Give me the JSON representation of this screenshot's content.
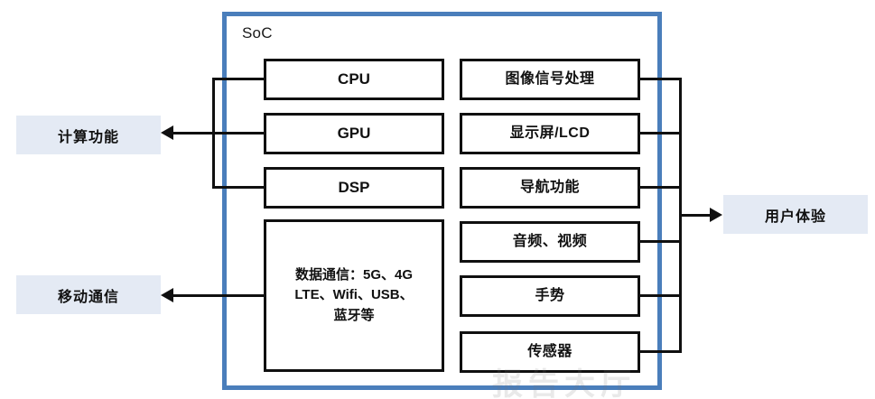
{
  "diagram": {
    "title": "SoC",
    "soc_label": "SoC",
    "border_color": "#4a7ebb",
    "box_border_color": "#101010",
    "tag_fill_color": "#e4eaf4",
    "compute_blocks": [
      {
        "id": "cpu",
        "label": "CPU"
      },
      {
        "id": "gpu",
        "label": "GPU"
      },
      {
        "id": "dsp",
        "label": "DSP"
      }
    ],
    "comms_block": {
      "id": "data-communication",
      "lines": [
        "数据通信：5G、4G",
        "LTE、Wifi、USB、",
        "蓝牙等"
      ]
    },
    "experience_blocks": [
      {
        "id": "isp",
        "label": "图像信号处理"
      },
      {
        "id": "display",
        "label": "显示屏/LCD"
      },
      {
        "id": "navigation",
        "label": "导航功能"
      },
      {
        "id": "audio-video",
        "label": "音频、视频"
      },
      {
        "id": "gesture",
        "label": "手势"
      },
      {
        "id": "sensor",
        "label": "传感器"
      }
    ],
    "outcomes": [
      {
        "id": "compute-function",
        "label": "计算功能"
      },
      {
        "id": "mobile-communication",
        "label": "移动通信"
      },
      {
        "id": "user-experience",
        "label": "用户体验"
      }
    ],
    "watermark": "报告大厅"
  }
}
